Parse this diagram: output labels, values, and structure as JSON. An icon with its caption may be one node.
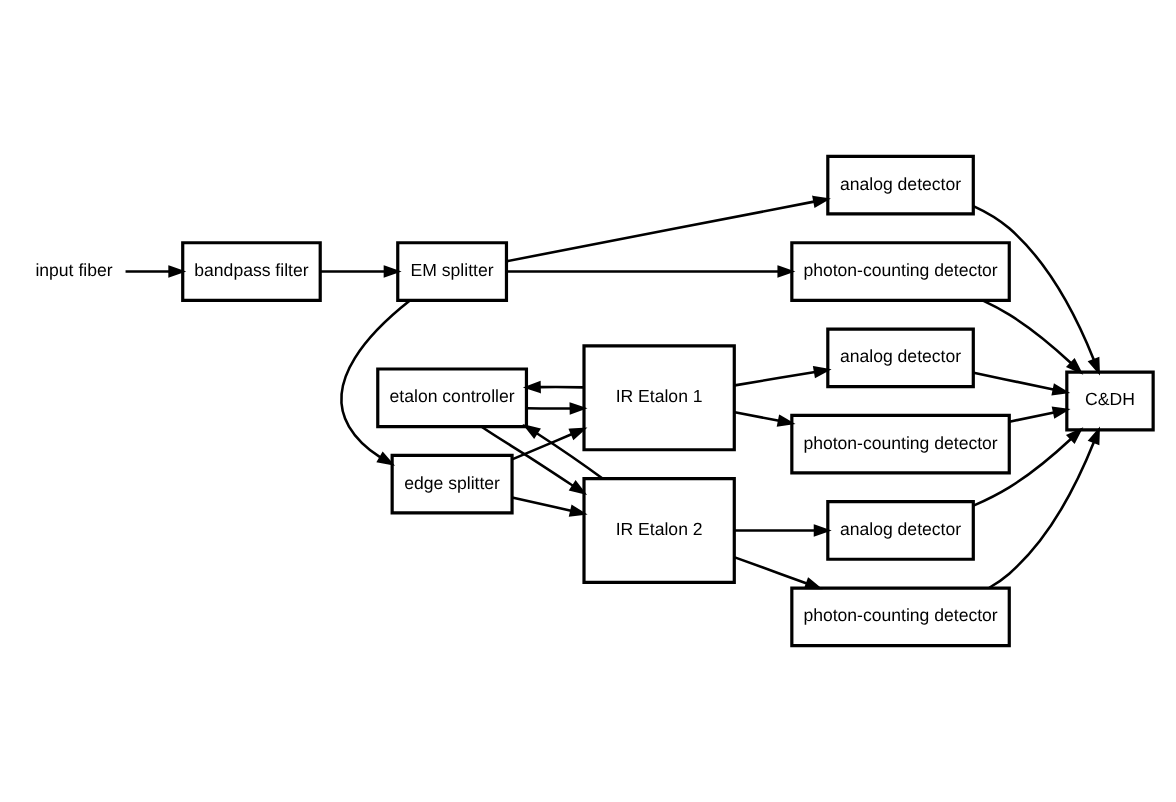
{
  "diagram": {
    "nodes": [
      {
        "text": [
          "input fiber"
        ]
      },
      {
        "text": [
          "bandpass filter"
        ]
      },
      {
        "text": [
          "EM splitter"
        ]
      },
      {
        "text": [
          "analog detector"
        ]
      },
      {
        "text": [
          "photon-counting detector"
        ]
      },
      {
        "text": [
          "edge splitter"
        ]
      },
      {
        "text": [
          "IR Etalon 1"
        ]
      },
      {
        "text": [
          "analog detector"
        ]
      },
      {
        "text": [
          "photon-counting detector"
        ]
      },
      {
        "text": [
          "IR Etalon 2"
        ]
      },
      {
        "text": [
          "analog detector"
        ]
      },
      {
        "text": [
          "photon-counting detector"
        ]
      },
      {
        "text": [
          "etalon controller"
        ]
      },
      {
        "text": [
          "C&DH"
        ]
      }
    ],
    "edges": [
      {
        "from": 0,
        "to": 1,
        "arrow": "to"
      },
      {
        "from": 1,
        "to": 2,
        "arrow": "to"
      },
      {
        "from": 2,
        "to": 3,
        "arrow": "to"
      },
      {
        "from": 2,
        "to": 4,
        "arrow": "to"
      },
      {
        "from": 2,
        "to": 5,
        "arrow": "to"
      },
      {
        "from": 5,
        "to": 6,
        "arrow": "to"
      },
      {
        "from": 5,
        "to": 9,
        "arrow": "to"
      },
      {
        "from": 6,
        "to": 7,
        "arrow": "to"
      },
      {
        "from": 6,
        "to": 8,
        "arrow": "to"
      },
      {
        "from": 9,
        "to": 10,
        "arrow": "to"
      },
      {
        "from": 9,
        "to": 11,
        "arrow": "to"
      },
      {
        "from": 12,
        "to": 6,
        "arrow": "to"
      },
      {
        "from": 12,
        "to": 9,
        "arrow": "to"
      },
      {
        "from": 6,
        "to": 12,
        "arrow": "to"
      },
      {
        "from": 9,
        "to": 12,
        "arrow": "to"
      },
      {
        "from": 3,
        "to": 13,
        "arrow": "to"
      },
      {
        "from": 4,
        "to": 13,
        "arrow": "to"
      },
      {
        "from": 7,
        "to": 13,
        "arrow": "to"
      },
      {
        "from": 8,
        "to": 13,
        "arrow": "to"
      },
      {
        "from": 10,
        "to": 13,
        "arrow": "to"
      },
      {
        "from": 11,
        "to": 13,
        "arrow": "to"
      }
    ]
  }
}
